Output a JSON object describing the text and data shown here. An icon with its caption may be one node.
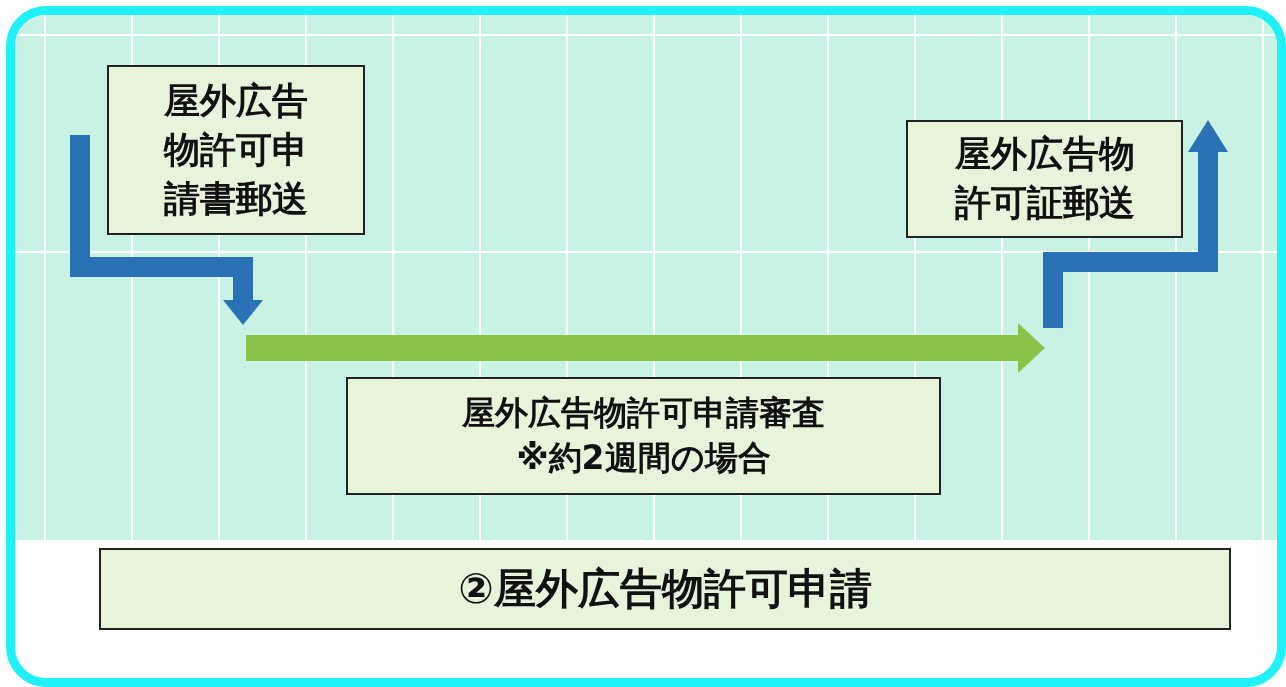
{
  "diagram": {
    "nodes": [
      {
        "text": [
          "屋外広告物許可申請書郵送"
        ]
      },
      {
        "text": [
          "屋外広告物許可証郵送"
        ]
      },
      {
        "text": [
          "屋外広告物許可申請審査",
          "※約2週間の場合"
        ]
      },
      {
        "text": [
          "②屋外広告物許可申請"
        ]
      }
    ]
  }
}
